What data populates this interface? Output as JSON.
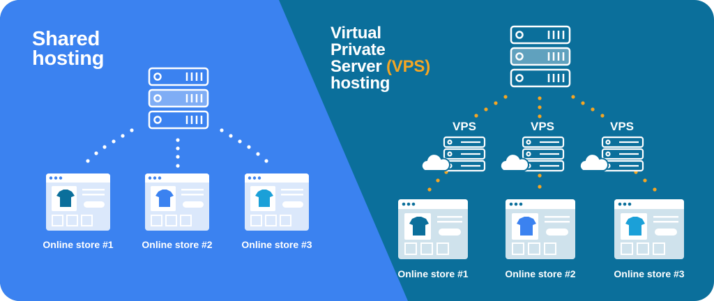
{
  "shared": {
    "title_line1": "Shared",
    "title_line2": "hosting",
    "stores": [
      "Online store #1",
      "Online store #2",
      "Online store #3"
    ]
  },
  "vps": {
    "title_line1": "Virtual",
    "title_line2": "Private",
    "title_line3_prefix": "Server",
    "title_line3_highlight": "(VPS)",
    "title_line4": "hosting",
    "vps_labels": [
      "VPS",
      "VPS",
      "VPS"
    ],
    "stores": [
      "Online store #1",
      "Online store #2",
      "Online store #3"
    ]
  },
  "colors": {
    "shared_bg": "#3b82f0",
    "vps_bg": "#0b6f9b",
    "accent": "#f5a623",
    "shirt_1": "#0b6f9b",
    "shirt_2": "#3b82f0",
    "shirt_3": "#1ba0d8"
  },
  "icons": [
    "server-stack-icon",
    "browser-window-icon",
    "tshirt-icon",
    "cloud-icon"
  ]
}
